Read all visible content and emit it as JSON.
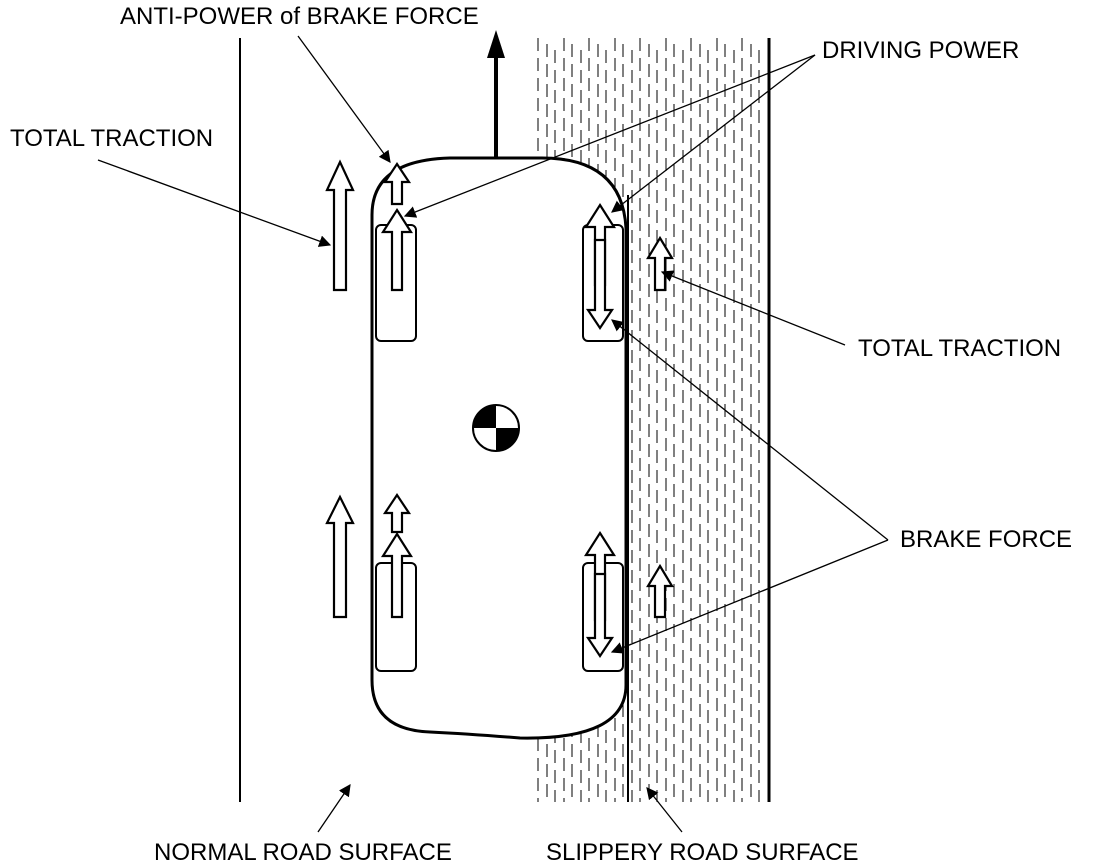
{
  "labels": {
    "anti_power": "ANTI-POWER of BRAKE FORCE",
    "driving_power": "DRIVING POWER",
    "total_traction_left": "TOTAL TRACTION",
    "total_traction_right": "TOTAL TRACTION",
    "brake_force": "BRAKE FORCE",
    "normal_road": "NORMAL ROAD SURFACE",
    "slippery_road": "SLIPPERY ROAD SURFACE"
  },
  "icons": {
    "center_of_gravity": "center-of-gravity-icon",
    "direction": "direction-arrow-icon"
  },
  "colors": {
    "line": "#000000",
    "background": "#ffffff"
  }
}
